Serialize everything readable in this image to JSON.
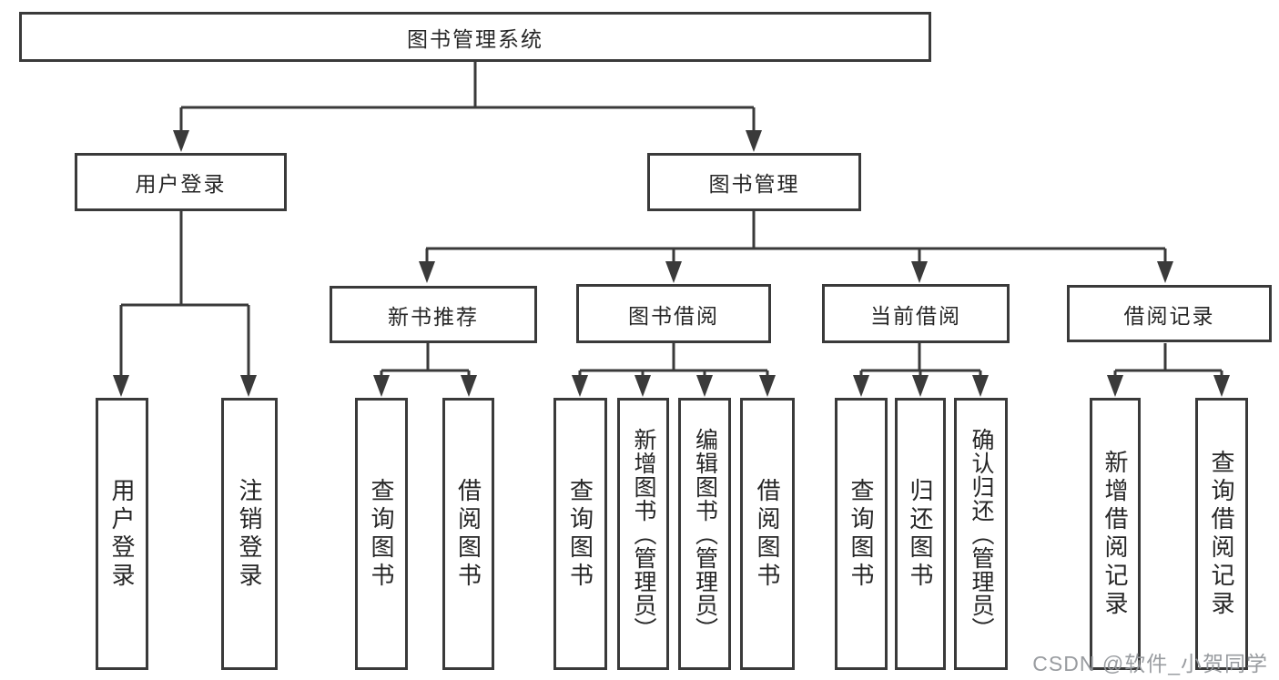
{
  "diagram": {
    "root": {
      "label": "图书管理系统"
    },
    "level2": [
      {
        "label": "用户登录",
        "children": [
          {
            "label": "用户登录"
          },
          {
            "label": "注销登录"
          }
        ]
      },
      {
        "label": "图书管理",
        "children": [
          {
            "label": "新书推荐",
            "children": [
              {
                "label": "查询图书"
              },
              {
                "label": "借阅图书"
              }
            ]
          },
          {
            "label": "图书借阅",
            "children": [
              {
                "label": "查询图书"
              },
              {
                "label": "新增图书（管理员）"
              },
              {
                "label": "编辑图书（管理员）"
              },
              {
                "label": "借阅图书"
              }
            ]
          },
          {
            "label": "当前借阅",
            "children": [
              {
                "label": "查询图书"
              },
              {
                "label": "归还图书"
              },
              {
                "label": "确认归还（管理员）"
              }
            ]
          },
          {
            "label": "借阅记录",
            "children": [
              {
                "label": "新增借阅记录"
              },
              {
                "label": "查询借阅记录"
              }
            ]
          }
        ]
      }
    ]
  },
  "watermark": {
    "text": "CSDN @软件_小贺同学"
  },
  "colors": {
    "line": "#3a3a3a",
    "text": "#262626",
    "box_background": "#ffffff",
    "watermark": "#94979b",
    "background": "#ffffff"
  }
}
